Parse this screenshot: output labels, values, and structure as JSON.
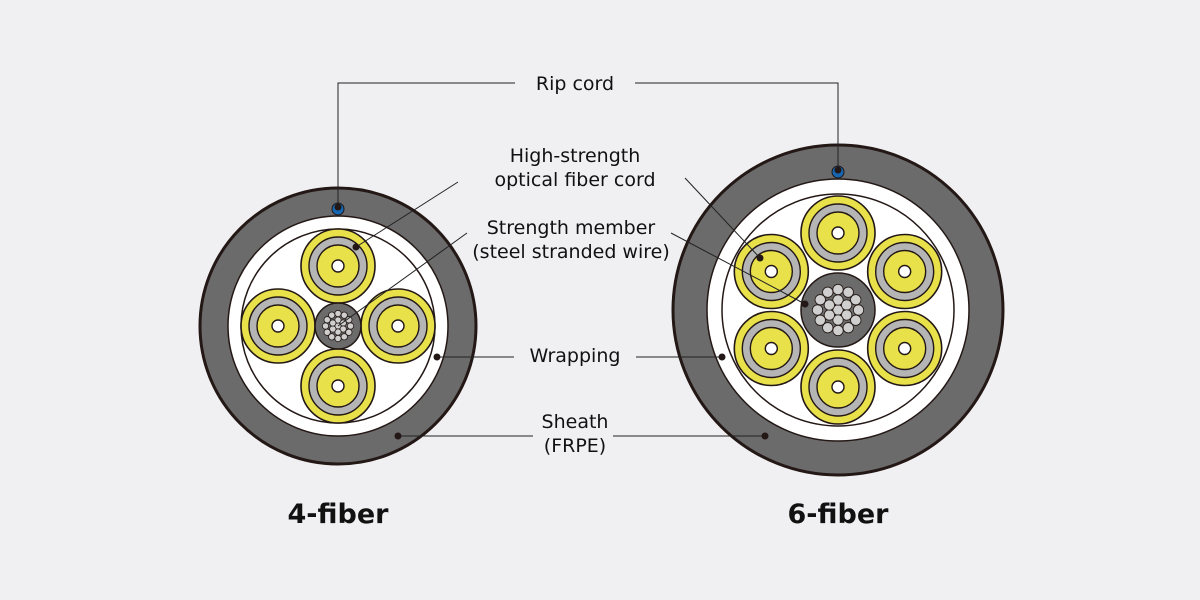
{
  "labels": {
    "rip_cord": "Rip cord",
    "high_strength_line1": "High-strength",
    "high_strength_line2": "optical fiber cord",
    "strength_member_line1": "Strength member",
    "strength_member_line2": "(steel stranded wire)",
    "wrapping": "Wrapping",
    "sheath_line1": "Sheath",
    "sheath_line2": "(FRPE)"
  },
  "cables": [
    {
      "caption": "4-fiber",
      "fiber_count": 4
    },
    {
      "caption": "6-fiber",
      "fiber_count": 6
    }
  ],
  "colors": {
    "background": "#f0f0f2",
    "sheath": "#6b6b6b",
    "outline": "#231815",
    "fiber_yellow": "#e8e14a",
    "fiber_grey": "#b5b5b5",
    "rip_cord": "#1565b0",
    "wire": "#cfcfcf"
  }
}
